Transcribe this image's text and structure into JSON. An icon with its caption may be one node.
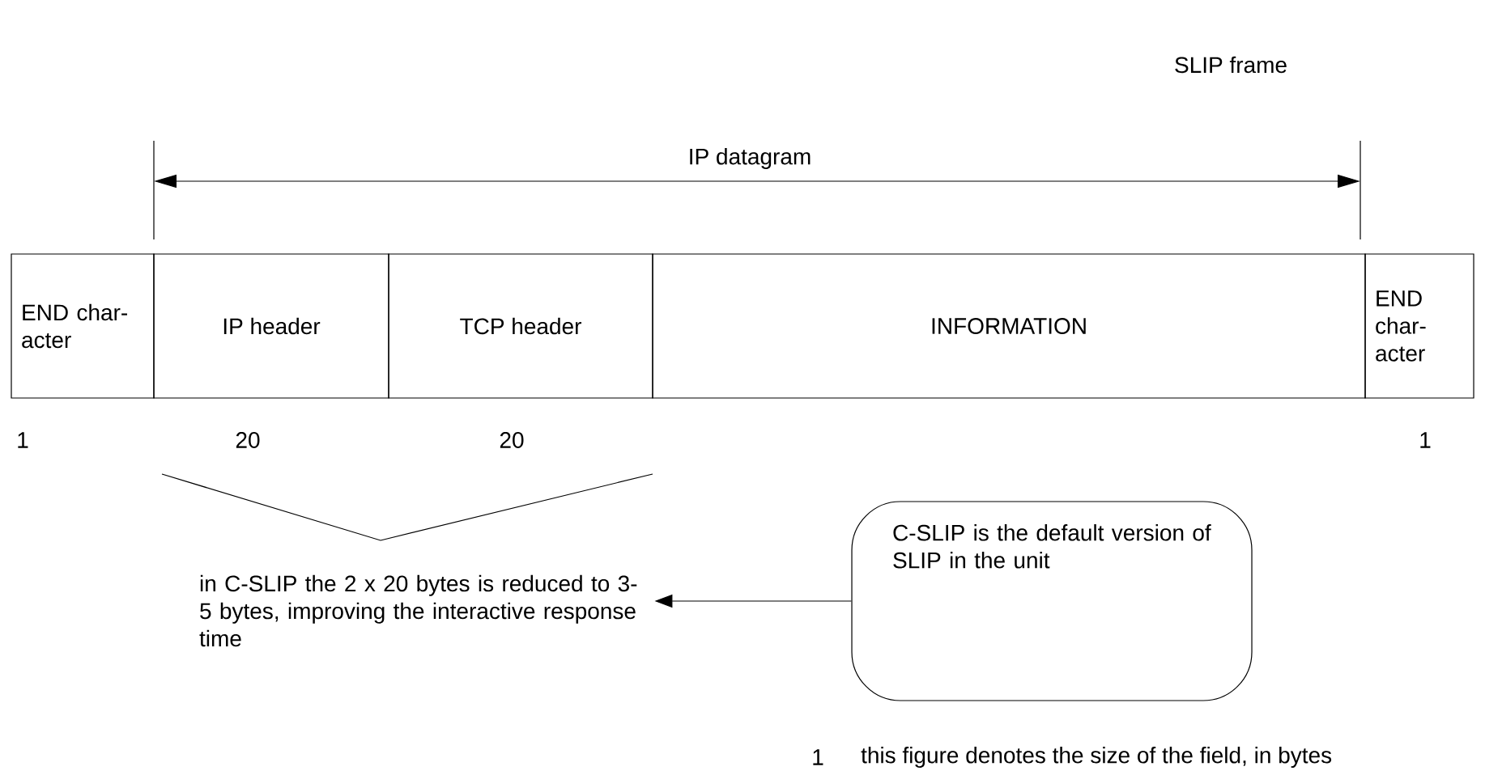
{
  "diagram": {
    "title": "SLIP frame",
    "nodes": [
      {
        "text": [
          "END char- acter"
        ]
      },
      {
        "text": [
          "IP header"
        ]
      },
      {
        "text": [
          "TCP header"
        ]
      },
      {
        "text": [
          "INFORMATION"
        ]
      },
      {
        "text": [
          "END char- acter"
        ]
      },
      {
        "text": [
          "in C-SLIP the 2 x 20 bytes is reduced to 3-5 bytes, improving the interactive response time"
        ]
      },
      {
        "text": [
          "C-SLIP is the default version of SLIP in the unit"
        ]
      }
    ],
    "edges": [
      {
        "from": 6,
        "to": 5,
        "arrow": "to"
      }
    ],
    "labels": [
      "IP datagram",
      "1",
      "20",
      "20",
      "1",
      "1",
      "this figure denotes the size of the field, in bytes"
    ]
  }
}
